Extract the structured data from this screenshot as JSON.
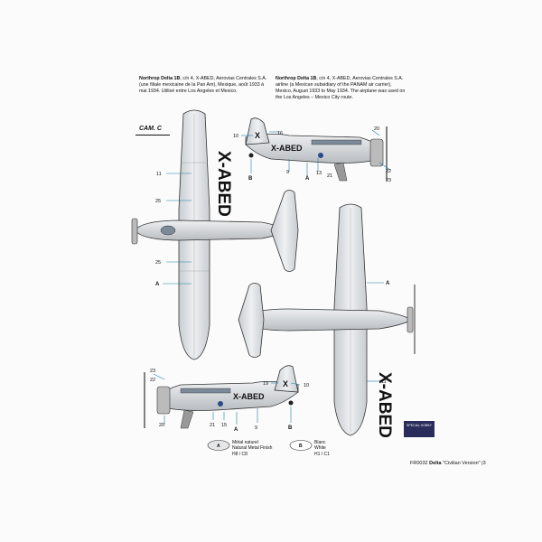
{
  "caption_left": {
    "title": "Northrop Delta 1B",
    "text": ", c/n 4, X-ABED, Aerovias Centrales S.A. (une filiale mexicaine de la Pan Am), Mexique, août 1933 à mai 1934. Utilisé entre Los Angeles et Mexico."
  },
  "caption_right": {
    "title": "Northrop Delta 1B",
    "text": ", c/n 4, X-ABED, Aerovias Centrales S.A. airline (a Mexican subsidiary of the PANAM air carrier), Mexico, August 1933 to May 1934. The airplane was used on the Los Angeles – Mexico City route."
  },
  "cam_label": "CAM. C",
  "registration": "X-ABED",
  "callouts": {
    "n10": "10",
    "n16": "16",
    "n20": "20",
    "n9": "9",
    "n13": "13",
    "n21": "21",
    "n22": "22",
    "n23": "23",
    "n11": "11",
    "n25": "25",
    "n19": "19",
    "n15": "15",
    "nA": "A",
    "nB": "B"
  },
  "legend": {
    "a_key": "A",
    "a_fr": "Métal naturel",
    "a_en": "Natural Metal Finish",
    "a_code": "H8 / C8",
    "b_key": "B",
    "b_fr": "Blanc",
    "b_en": "White",
    "b_code": "H1 / C1"
  },
  "logo_text": "SPECIAL HOBBY",
  "footer": {
    "code": "FR0032",
    "name": "Delta",
    "version": "\"Civilian Version\"",
    "page": "|3"
  },
  "colors": {
    "metal": "#dcdfe2",
    "metal_dark": "#b8bcc0",
    "ink": "#111111",
    "callout": "#1a7fa8",
    "white": "#ffffff"
  }
}
